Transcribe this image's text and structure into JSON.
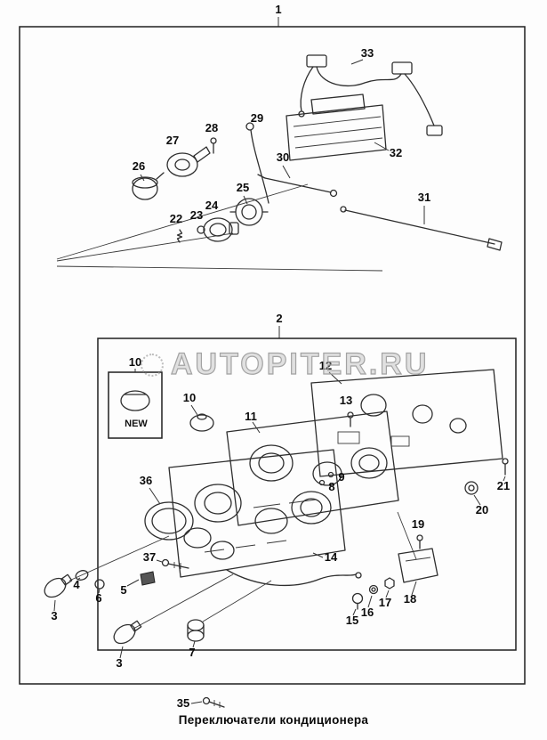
{
  "caption": "Переключатели кондиционера",
  "watermark": {
    "text": "AUTOPITER.RU"
  },
  "new_badge": "NEW",
  "labels": {
    "outer_assembly": "1",
    "inner_assembly": "2",
    "parts": [
      "33",
      "29",
      "28",
      "27",
      "30",
      "32",
      "26",
      "25",
      "31",
      "24",
      "23",
      "22",
      "12",
      "13",
      "10",
      "10",
      "11",
      "9",
      "8",
      "21",
      "36",
      "20",
      "19",
      "14",
      "37",
      "5",
      "6",
      "4",
      "3",
      "15",
      "16",
      "17",
      "18",
      "3",
      "7",
      "35"
    ]
  },
  "colors": {
    "line": "#2e2e2e",
    "watermark": "#a3a3a3",
    "background": "#fdfdfd"
  }
}
